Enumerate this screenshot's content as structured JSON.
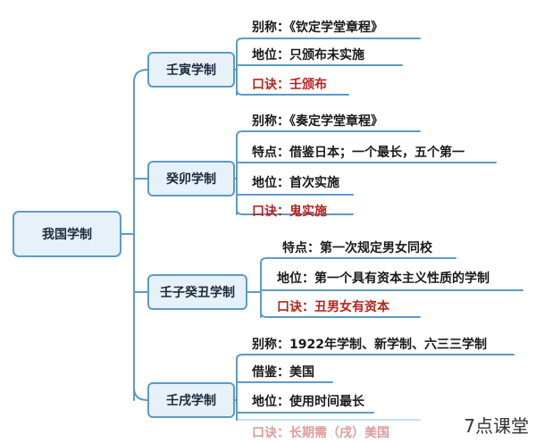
{
  "root": {
    "label": "我国学制"
  },
  "branches": [
    {
      "label": "壬寅学制",
      "items": [
        {
          "text": "别称：《钦定学堂章程》",
          "red": false
        },
        {
          "text": "地位：只颁布未实施",
          "red": false
        },
        {
          "text": "口诀：壬颁布",
          "red": true
        }
      ]
    },
    {
      "label": "癸卯学制",
      "items": [
        {
          "text": "别称：《奏定学堂章程》",
          "red": false
        },
        {
          "text": "特点：借鉴日本；一个最长，五个第一",
          "red": false
        },
        {
          "text": "地位：首次实施",
          "red": false
        },
        {
          "text": "口诀：鬼实施",
          "red": true
        }
      ]
    },
    {
      "label": "壬子癸丑学制",
      "items": [
        {
          "text": "特点：第一次规定男女同校",
          "red": false
        },
        {
          "text": "地位：第一个具有资本主义性质的学制",
          "red": false
        },
        {
          "text": "口诀：丑男女有资本",
          "red": true
        }
      ]
    },
    {
      "label": "壬戌学制",
      "items": [
        {
          "text": "别称：1922年学制、新学制、六三三学制",
          "red": false
        },
        {
          "text": "借鉴：美国",
          "red": false
        },
        {
          "text": "地位：使用时间最长",
          "red": false
        },
        {
          "text": "口诀：长期需（戌）美国",
          "red": true
        }
      ]
    }
  ],
  "watermark": "7点课堂",
  "colors": {
    "line": "#5b9bc8",
    "box_fill": "#e6f1f9",
    "red_text": "#b7241f"
  }
}
